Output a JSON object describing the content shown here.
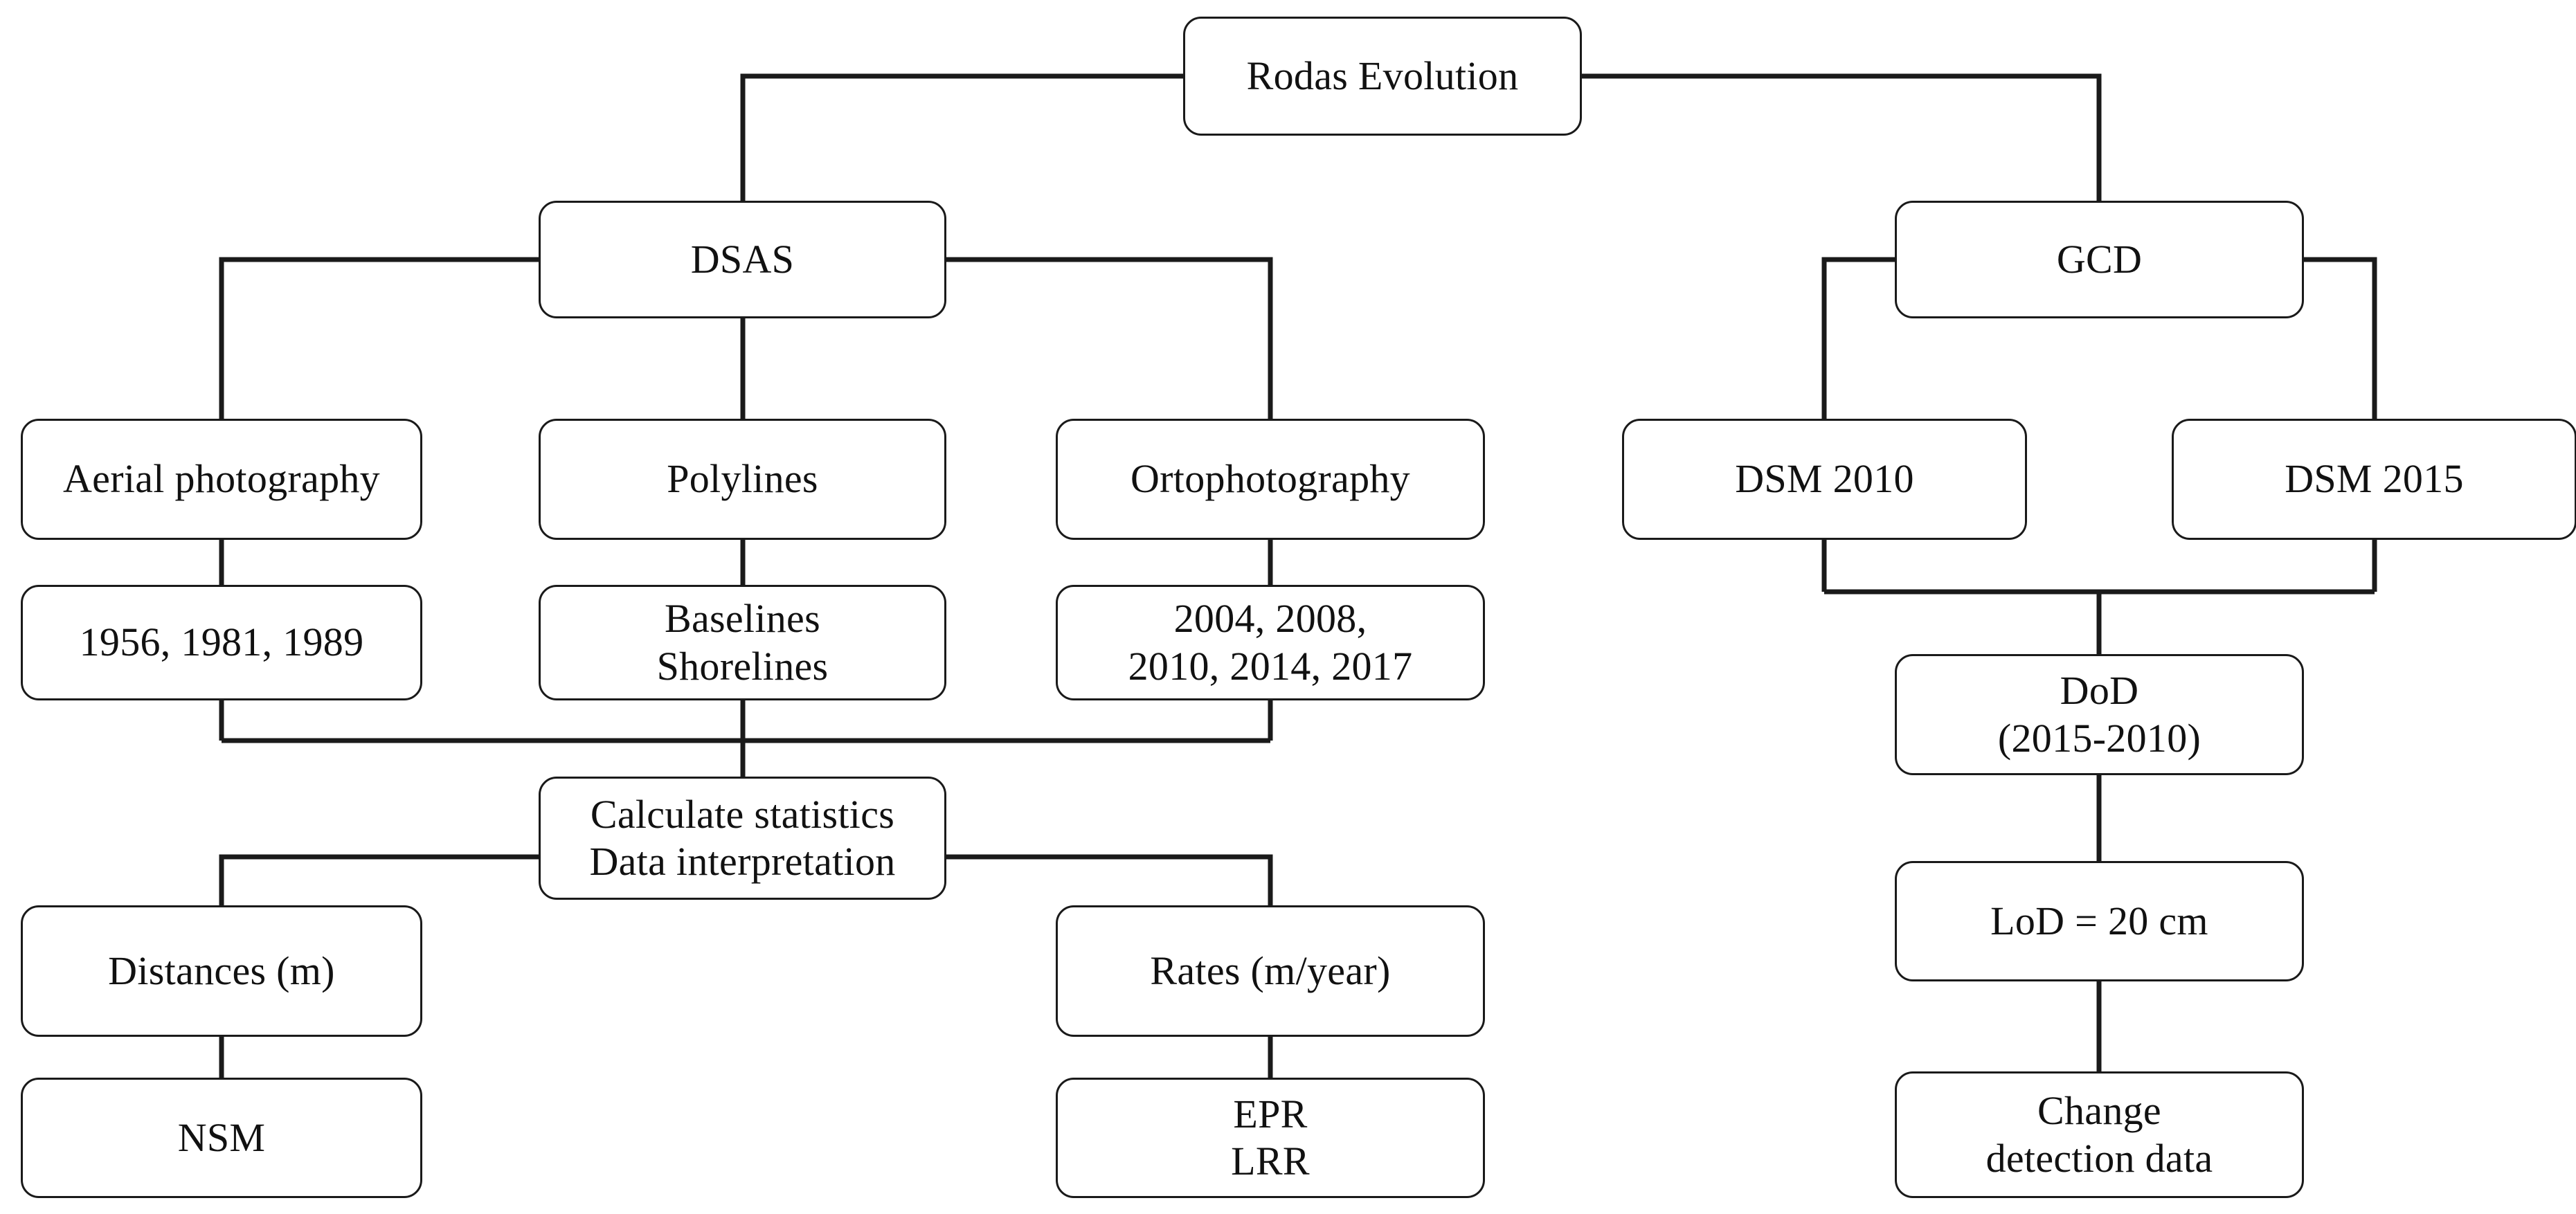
{
  "diagram": {
    "title": "Rodas Evolution methodology flowchart",
    "stroke_color": "#1a1a1a",
    "background_color": "#ffffff",
    "nodes": {
      "root": {
        "label": "Rodas Evolution"
      },
      "dsas": {
        "label": "DSAS"
      },
      "gcd": {
        "label": "GCD"
      },
      "aerial_photography": {
        "label": "Aerial photography"
      },
      "aerial_years": {
        "label": "1956, 1981, 1989"
      },
      "polylines": {
        "label": "Polylines"
      },
      "baselines_shorelines": {
        "label": "Baselines\nShorelines"
      },
      "ortophotography": {
        "label": "Ortophotography"
      },
      "orto_years": {
        "label": "2004, 2008,\n2010, 2014, 2017"
      },
      "calculate_statistics": {
        "label": "Calculate statistics\nData interpretation"
      },
      "distances": {
        "label": "Distances (m)"
      },
      "nsm": {
        "label": "NSM"
      },
      "rates": {
        "label": "Rates (m/year)"
      },
      "epr_lrr": {
        "label": "EPR\nLRR"
      },
      "dsm_2010": {
        "label": "DSM 2010"
      },
      "dsm_2015": {
        "label": "DSM 2015"
      },
      "dod": {
        "label": "DoD\n(2015-2010)"
      },
      "lod": {
        "label": "LoD = 20 cm"
      },
      "change_detection": {
        "label": "Change\ndetection data"
      }
    },
    "edges": [
      {
        "from": "root",
        "to": "dsas"
      },
      {
        "from": "root",
        "to": "gcd"
      },
      {
        "from": "dsas",
        "to": "aerial_photography"
      },
      {
        "from": "dsas",
        "to": "polylines"
      },
      {
        "from": "dsas",
        "to": "ortophotography"
      },
      {
        "from": "aerial_photography",
        "to": "aerial_years"
      },
      {
        "from": "polylines",
        "to": "baselines_shorelines"
      },
      {
        "from": "ortophotography",
        "to": "orto_years"
      },
      {
        "from": "aerial_years",
        "to": "calculate_statistics"
      },
      {
        "from": "baselines_shorelines",
        "to": "calculate_statistics"
      },
      {
        "from": "orto_years",
        "to": "calculate_statistics"
      },
      {
        "from": "calculate_statistics",
        "to": "distances"
      },
      {
        "from": "calculate_statistics",
        "to": "rates"
      },
      {
        "from": "distances",
        "to": "nsm"
      },
      {
        "from": "rates",
        "to": "epr_lrr"
      },
      {
        "from": "gcd",
        "to": "dsm_2010"
      },
      {
        "from": "gcd",
        "to": "dsm_2015"
      },
      {
        "from": "dsm_2010",
        "to": "dod"
      },
      {
        "from": "dsm_2015",
        "to": "dod"
      },
      {
        "from": "dod",
        "to": "lod"
      },
      {
        "from": "lod",
        "to": "change_detection"
      }
    ]
  }
}
